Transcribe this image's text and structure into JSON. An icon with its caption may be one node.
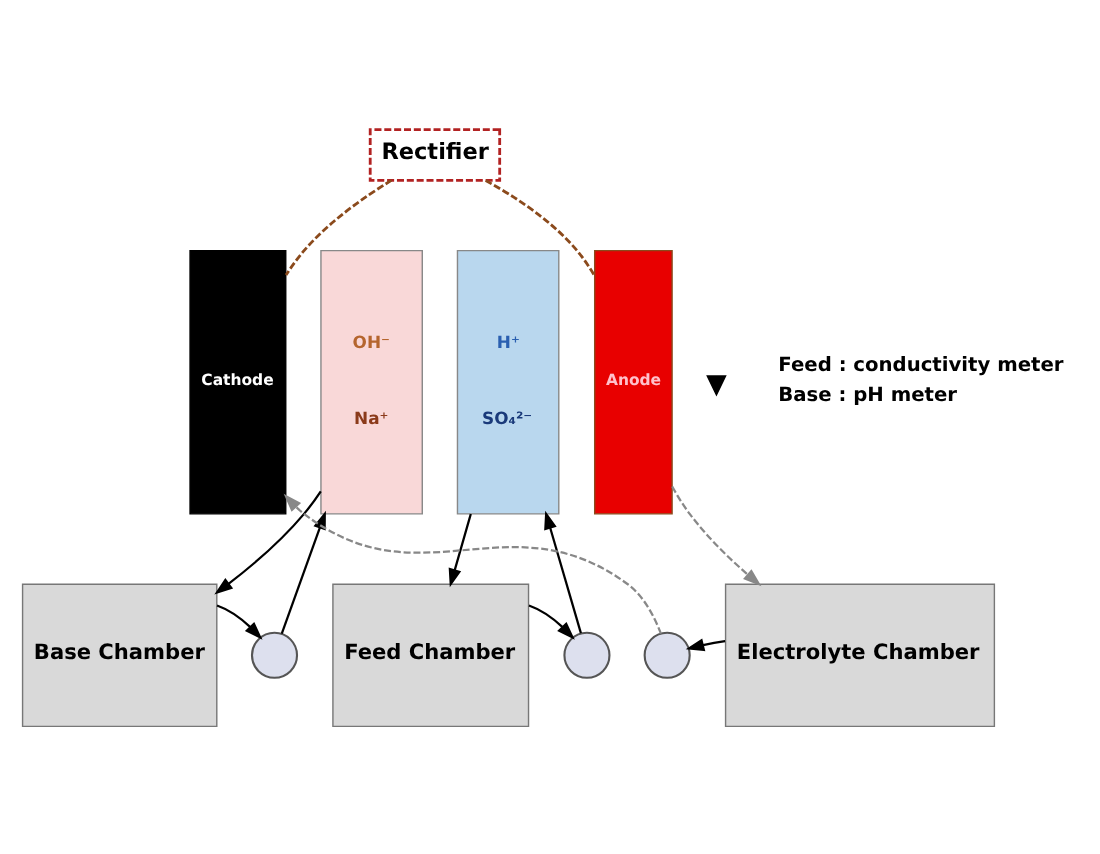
{
  "diagram": {
    "nodes": [
      {
        "text": [
          "Rectifier"
        ]
      },
      {
        "text": [
          "Cathode"
        ]
      },
      {
        "text": [
          "OH⁻",
          "Na⁺"
        ]
      },
      {
        "text": [
          "H⁺",
          "SO₄²⁻"
        ]
      },
      {
        "text": [
          "Anode"
        ]
      },
      {
        "text": [
          "Base Chamber"
        ]
      },
      {
        "text": [
          "Feed Chamber"
        ]
      },
      {
        "text": [
          "Electrolyte Chamber"
        ]
      },
      {
        "text": [],
        "shape": "circle"
      },
      {
        "text": [],
        "shape": "circle"
      },
      {
        "text": [],
        "shape": "circle"
      }
    ],
    "edges": [
      {
        "from": 0,
        "to": 1,
        "arrow": "none",
        "style": "dashed",
        "color": "#8b4a1c"
      },
      {
        "from": 0,
        "to": 4,
        "arrow": "none",
        "style": "dashed",
        "color": "#8b4a1c"
      },
      {
        "from": 2,
        "to": 5,
        "arrow": "to"
      },
      {
        "from": 3,
        "to": 6,
        "arrow": "to"
      },
      {
        "from": 5,
        "to": 8,
        "arrow": "to"
      },
      {
        "from": 8,
        "to": 2,
        "arrow": "to"
      },
      {
        "from": 6,
        "to": 9,
        "arrow": "to"
      },
      {
        "from": 9,
        "to": 3,
        "arrow": "to"
      },
      {
        "from": 7,
        "to": 10,
        "arrow": "to"
      },
      {
        "from": 10,
        "to": 1,
        "arrow": "to",
        "style": "dashed",
        "color": "#888888"
      },
      {
        "from": 4,
        "to": 7,
        "arrow": "to",
        "style": "dashed",
        "color": "#888888"
      }
    ],
    "legend": [
      {
        "text": "Feed : conductivity meter"
      },
      {
        "text": "Base : pH meter"
      }
    ]
  }
}
